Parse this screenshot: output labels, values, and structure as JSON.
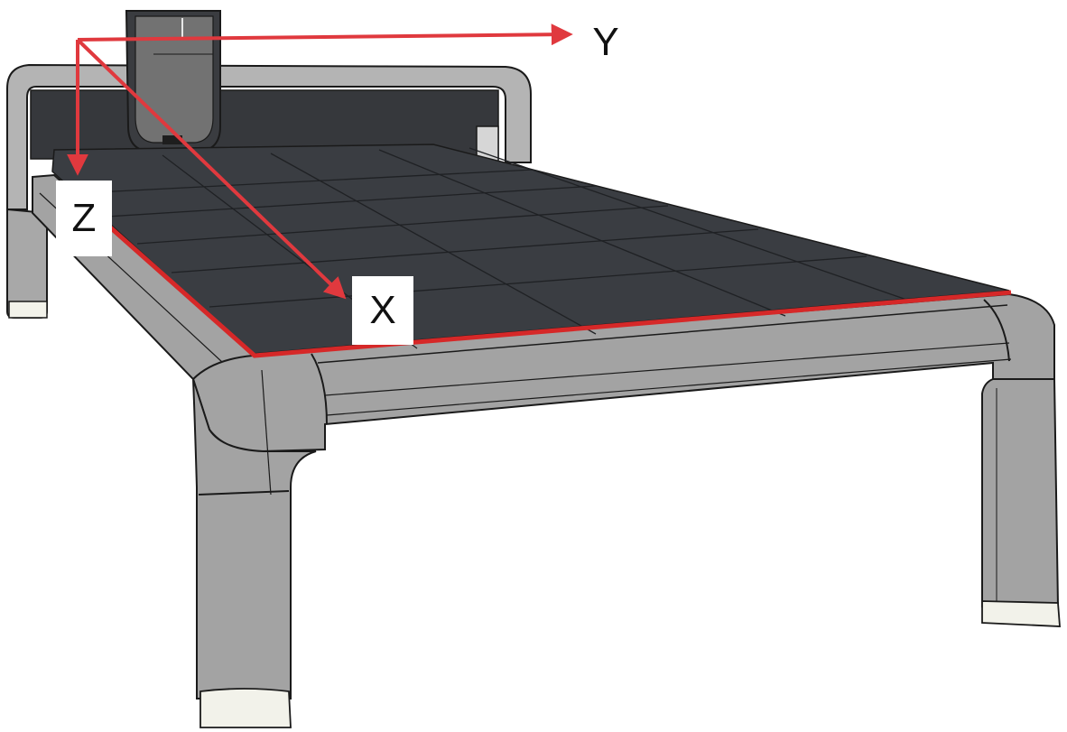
{
  "axes": {
    "x_label": "X",
    "y_label": "Y",
    "z_label": "Z"
  },
  "colors": {
    "axis_arrow": "#e0393e",
    "table_top": "#3a3d42",
    "frame": "#a3a3a3",
    "frame_outline": "#1a1a1a",
    "red_trim": "#d62828",
    "foot": "#f2f2ea",
    "gantry": "#36383c"
  }
}
